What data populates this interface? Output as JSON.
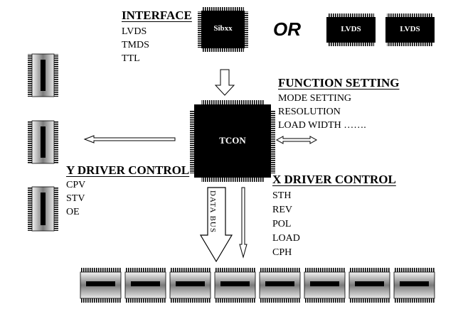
{
  "interface": {
    "title": "INTERFACE",
    "items": [
      "LVDS",
      "TMDS",
      "TTL"
    ]
  },
  "chips": {
    "interface_chip": "Sibxx",
    "tcon": "TCON",
    "lvds_chip_1": "LVDS",
    "lvds_chip_2": "LVDS"
  },
  "or_label": "OR",
  "function_setting": {
    "title": "FUNCTION SETTING",
    "items": [
      "MODE SETTING",
      "RESOLUTION",
      "LOAD WIDTH ……."
    ]
  },
  "y_driver": {
    "title": "Y DRIVER CONTROL",
    "items": [
      "CPV",
      "STV",
      "OE"
    ]
  },
  "x_driver": {
    "title": "X DRIVER CONTROL",
    "items": [
      "STH",
      "REV",
      "POL",
      "LOAD",
      "CPH"
    ]
  },
  "data_bus_label": "DATA BUS",
  "colors": {
    "chip": "#000000",
    "chip_text": "#ffffff",
    "driver_gray": "#8a8a8a"
  }
}
